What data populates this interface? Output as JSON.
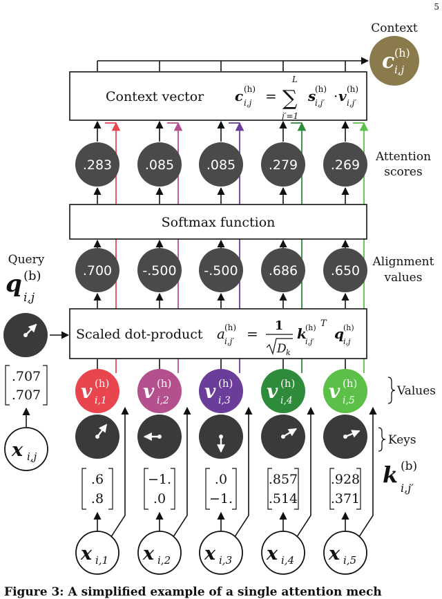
{
  "page_number": "5",
  "context": {
    "label": "Context",
    "symbol": "c",
    "superscript": "(h)",
    "subscript": "i,j",
    "color": "#8b7a4b"
  },
  "context_box": {
    "label": "Context vector",
    "lhs_symbol": "c",
    "lhs_sup": "(h)",
    "lhs_sub": "i,j",
    "equals": "=",
    "sum_sign": "∑",
    "sum_upper": "L",
    "sum_lower": "j′=1",
    "s_symbol": "s",
    "s_sup": "(h)",
    "s_sub": "i,j′",
    "dot": "·",
    "v_symbol": "v",
    "v_sup": "(h)",
    "v_sub": "i,j′"
  },
  "attention_scores": {
    "label_line1": "Attention",
    "label_line2": "scores",
    "values": [
      ".283",
      ".085",
      ".085",
      ".279",
      ".269"
    ]
  },
  "softmax_box": {
    "label": "Softmax function"
  },
  "alignment_values": {
    "label_line1": "Alignment",
    "label_line2": "values",
    "values": [
      ".700",
      "-.500",
      "-.500",
      ".686",
      ".650"
    ]
  },
  "dot_product_box": {
    "label": "Scaled dot-product",
    "a_symbol": "a",
    "a_sup": "(h)",
    "a_sub": "i,j′",
    "equals": "=",
    "numerator": "1",
    "denominator": "D",
    "denominator_sub": "k",
    "k_symbol": "k",
    "k_sup": "(h)",
    "k_sub": "i,j′",
    "transpose": "T",
    "q_symbol": "q",
    "q_sup": "(h)",
    "q_sub": "i,j"
  },
  "query": {
    "label": "Query",
    "symbol": "q",
    "superscript": "(b)",
    "subscript": "i,j",
    "vector": [
      ".707",
      ".707"
    ],
    "input_symbol": "x",
    "input_subscript": "i,j",
    "arrow_angle_deg": 45
  },
  "values_row": {
    "label": "Values",
    "symbol": "v",
    "superscript": "(h)",
    "subscripts": [
      "i,1",
      "i,2",
      "i,3",
      "i,4",
      "i,5"
    ],
    "colors": [
      "#e8454f",
      "#b5508f",
      "#6a3d9a",
      "#2e8b3a",
      "#5cbf47"
    ]
  },
  "keys_row": {
    "label": "Keys",
    "symbol": "k",
    "superscript": "(b)",
    "subscript": "i,j′",
    "arrow_angles_deg": [
      53,
      180,
      -90,
      31,
      22
    ],
    "vectors": [
      [
        ".6",
        ".8"
      ],
      [
        "−1.",
        ".0"
      ],
      [
        ".0",
        "−1."
      ],
      [
        ".857",
        ".514"
      ],
      [
        ".928",
        ".371"
      ]
    ]
  },
  "inputs_row": {
    "symbol": "x",
    "subscripts": [
      "i,1",
      "i,2",
      "i,3",
      "i,4",
      "i,5"
    ]
  },
  "caption": "Figure 3:  A simplified example of a single attention mech"
}
